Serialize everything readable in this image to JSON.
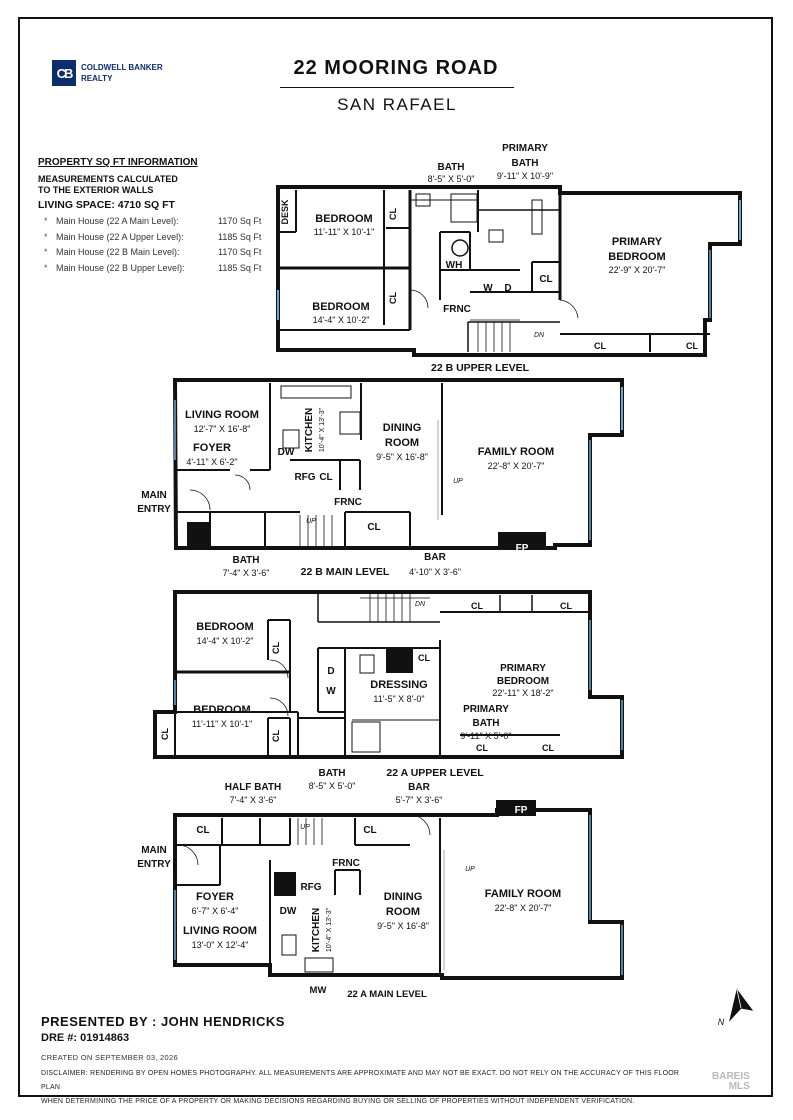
{
  "header": {
    "brand_line1": "COLDWELL BANKER",
    "brand_line2": "REALTY",
    "brand_mark": "CB",
    "title": "22 MOORING ROAD",
    "subtitle": "SAN RAFAEL"
  },
  "sqft": {
    "heading": "PROPERTY SQ FT INFORMATION",
    "note1": "MEASUREMENTS CALCULATED",
    "note2": "TO THE EXTERIOR WALLS",
    "total": "LIVING SPACE: 4710 SQ FT",
    "items": [
      {
        "label": "Main House (22 A Main Level):",
        "value": "1170 Sq Ft"
      },
      {
        "label": "Main House (22 A Upper Level):",
        "value": "1185 Sq Ft"
      },
      {
        "label": "Main House (22 B Main Level):",
        "value": "1170 Sq Ft"
      },
      {
        "label": "Main House (22 B Upper Level):",
        "value": "1185 Sq Ft"
      }
    ]
  },
  "levels": {
    "b_upper": "22 B UPPER LEVEL",
    "b_main": "22 B MAIN LEVEL",
    "a_upper": "22 A UPPER LEVEL",
    "a_main": "22 A MAIN LEVEL"
  },
  "rooms": {
    "bu_desk": "DESK",
    "bu_bed1": "BEDROOM",
    "bu_bed1_dim": "11'-11\" X 10'-1\"",
    "bu_bed2": "BEDROOM",
    "bu_bed2_dim": "14'-4\" X 10'-2\"",
    "bu_bath": "BATH",
    "bu_bath_dim": "8'-5\" X 5'-0\"",
    "bu_pbath1": "PRIMARY",
    "bu_pbath2": "BATH",
    "bu_pbath_dim": "9'-11\" X 10'-9\"",
    "bu_pbed1": "PRIMARY",
    "bu_pbed2": "BEDROOM",
    "bu_pbed_dim": "22'-9\" X 20'-7\"",
    "bu_wh": "WH",
    "bu_frnc": "FRNC",
    "bu_w": "W",
    "bu_d": "D",
    "bu_dn": "DN",
    "bm_living": "LIVING ROOM",
    "bm_living_dim": "12'-7\" X 16'-8\"",
    "bm_foyer": "FOYER",
    "bm_foyer_dim": "4'-11\" X 6'-2\"",
    "bm_entry1": "MAIN",
    "bm_entry2": "ENTRY",
    "bm_kitchen": "KITCHEN",
    "bm_kitchen_dim": "10'-4\" X 13'-3\"",
    "bm_dw": "DW",
    "bm_rfg": "RFG",
    "bm_dining1": "DINING",
    "bm_dining2": "ROOM",
    "bm_dining_dim": "9'-5\" X 16'-8\"",
    "bm_frnc": "FRNC",
    "bm_family": "FAMILY ROOM",
    "bm_family_dim": "22'-8\" X 20'-7\"",
    "bm_up": "UP",
    "bm_up2": "UP",
    "bm_fp": "FP",
    "bm_bath": "BATH",
    "bm_bath_dim": "7'-4\" X 3'-6\"",
    "bm_bar": "BAR",
    "bm_bar_dim": "4'-10\" X 3'-6\"",
    "au_bed1": "BEDROOM",
    "au_bed1_dim": "14'-4\" X 10'-2\"",
    "au_bed2": "BEDROOM",
    "au_bed2_dim": "11'-11\" X 10'-1\"",
    "au_dn": "DN",
    "au_d": "D",
    "au_w": "W",
    "au_dressing": "DRESSING",
    "au_dressing_dim": "11'-5\" X 8'-0\"",
    "au_pbed1": "PRIMARY",
    "au_pbed2": "BEDROOM",
    "au_pbed_dim": "22'-11\" X 18'-2\"",
    "au_pbath1": "PRIMARY",
    "au_pbath2": "BATH",
    "au_pbath_dim": "9'-11\" X 5'-0\"",
    "au_bath": "BATH",
    "au_bath_dim": "8'-5\" X 5'-0\"",
    "am_halfbath": "HALF BATH",
    "am_halfbath_dim": "7'-4\" X 3'-6\"",
    "am_bar": "BAR",
    "am_bar_dim": "5'-7\" X 3'-6\"",
    "am_entry1": "MAIN",
    "am_entry2": "ENTRY",
    "am_foyer": "FOYER",
    "am_foyer_dim": "6'-7\" X 6'-4\"",
    "am_living": "LIVING ROOM",
    "am_living_dim": "13'-0\" X 12'-4\"",
    "am_frnc": "FRNC",
    "am_rfg": "RFG",
    "am_dw": "DW",
    "am_kitchen": "KITCHEN",
    "am_kitchen_dim": "10'-4\" X 13'-3\"",
    "am_dining1": "DINING",
    "am_dining2": "ROOM",
    "am_dining_dim": "9'-5\" X 16'-8\"",
    "am_family": "FAMILY ROOM",
    "am_family_dim": "22'-8\" X 20'-7\"",
    "am_up": "UP",
    "am_up2": "UP",
    "am_fp": "FP",
    "am_mw": "MW",
    "cl": "CL",
    "north": "N"
  },
  "footer": {
    "presented": "PRESENTED BY : JOHN HENDRICKS",
    "dre": "DRE #: 01914863",
    "created": "CREATED ON SEPTEMBER 03, 2026",
    "disclaimer1": "DISCLAIMER: RENDERING BY OPEN HOMES PHOTOGRAPHY. ALL MEASUREMENTS ARE APPROXIMATE AND MAY NOT BE EXACT. DO NOT RELY ON THE ACCURACY OF THIS FLOOR PLAN",
    "disclaimer2": "WHEN DETERMINING THE PRICE OF A PROPERTY OR MAKING DECISIONS REGARDING BUYING OR SELLING OF PROPERTIES WITHOUT INDEPENDENT VERIFICATION.",
    "watermark1": "BAREIS",
    "watermark2": "MLS"
  }
}
